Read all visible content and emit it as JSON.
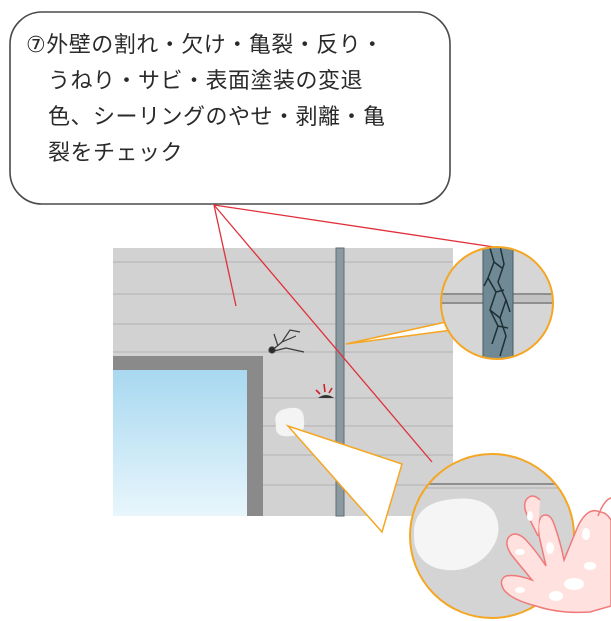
{
  "callout": {
    "lines": [
      "⑦外壁の割れ・欠け・亀裂・反り・",
      "うねり・サビ・表面塗装の変退",
      "色、シーリングのやせ・剥離・亀",
      "裂をチェック"
    ]
  },
  "colors": {
    "callout_border": "#4a4a4a",
    "pointer_line": "#e0303a",
    "zoom_border": "#f5a623",
    "wall": "#cfcfcf",
    "wall_line": "#b8b8b8",
    "window_sky": "#bfe3f4",
    "window_frame": "#7a7a7a",
    "rust": "#d0202a",
    "hand_fill": "#ffe2df",
    "hand_stroke": "#f07a7a"
  }
}
